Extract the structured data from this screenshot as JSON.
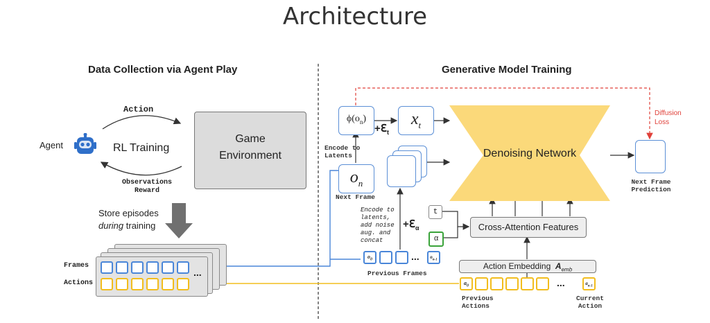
{
  "title": "Architecture",
  "left": {
    "section_title": "Data Collection via Agent Play",
    "agent_label": "Agent",
    "action_label": "Action",
    "rl_training": "RL Training",
    "observations_label": "Observations",
    "reward_label": "Reward",
    "game_env_line1": "Game",
    "game_env_line2": "Environment",
    "store_line1": "Store episodes",
    "store_line2_italic": "during",
    "store_line2_rest": " training",
    "frames_label": "Frames",
    "actions_label": "Actions",
    "ellipsis": "..."
  },
  "right": {
    "section_title": "Generative Model Training",
    "phi_label": "ϕ(o",
    "phi_sub": "n",
    "phi_close": ")",
    "eps_t": "+ℇ",
    "eps_t_sub": "t",
    "xt_label": "x",
    "xt_sub": "t",
    "encode_to_latents_1": "Encode to",
    "encode_to_latents_2": "Latents",
    "on_label": "o",
    "on_sub": "n",
    "next_frame": "Next Frame",
    "denoising": "Denoising Network",
    "diffusion_loss_1": "Diffusion",
    "diffusion_loss_2": "Loss",
    "next_frame_pred_1": "Next Frame",
    "next_frame_pred_2": "Prediction",
    "encode_note_1": "Encode to",
    "encode_note_2": "latents,",
    "encode_note_3": "add noise",
    "encode_note_4": "aug. and",
    "encode_note_5": "concat",
    "eps_alpha": "+ℇ",
    "eps_alpha_sub": "α",
    "t_label": "t",
    "alpha_label": "α",
    "cross_attention": "Cross-Attention Features",
    "prev_frame_0": "o",
    "prev_frame_0_sub": "0",
    "prev_frame_n1": "o",
    "prev_frame_n1_sub": "n-1",
    "previous_frames": "Previous Frames",
    "action_embedding": "Action Embedding",
    "a_emb": "A",
    "a_emb_sub": "emb",
    "act_a0": "a",
    "act_a0_sub": "0",
    "act_an1": "a",
    "act_an1_sub": "n-1",
    "previous_actions_1": "Previous",
    "previous_actions_2": "Actions",
    "current_action_1": "Current",
    "current_action_2": "Action",
    "ellipsis": "..."
  },
  "colors": {
    "blue": "#4a86d8",
    "yellow": "#f2bd1d",
    "network_yellow": "#fbd97a",
    "diffusion_red": "#e0413a",
    "green": "#3aa33a"
  }
}
